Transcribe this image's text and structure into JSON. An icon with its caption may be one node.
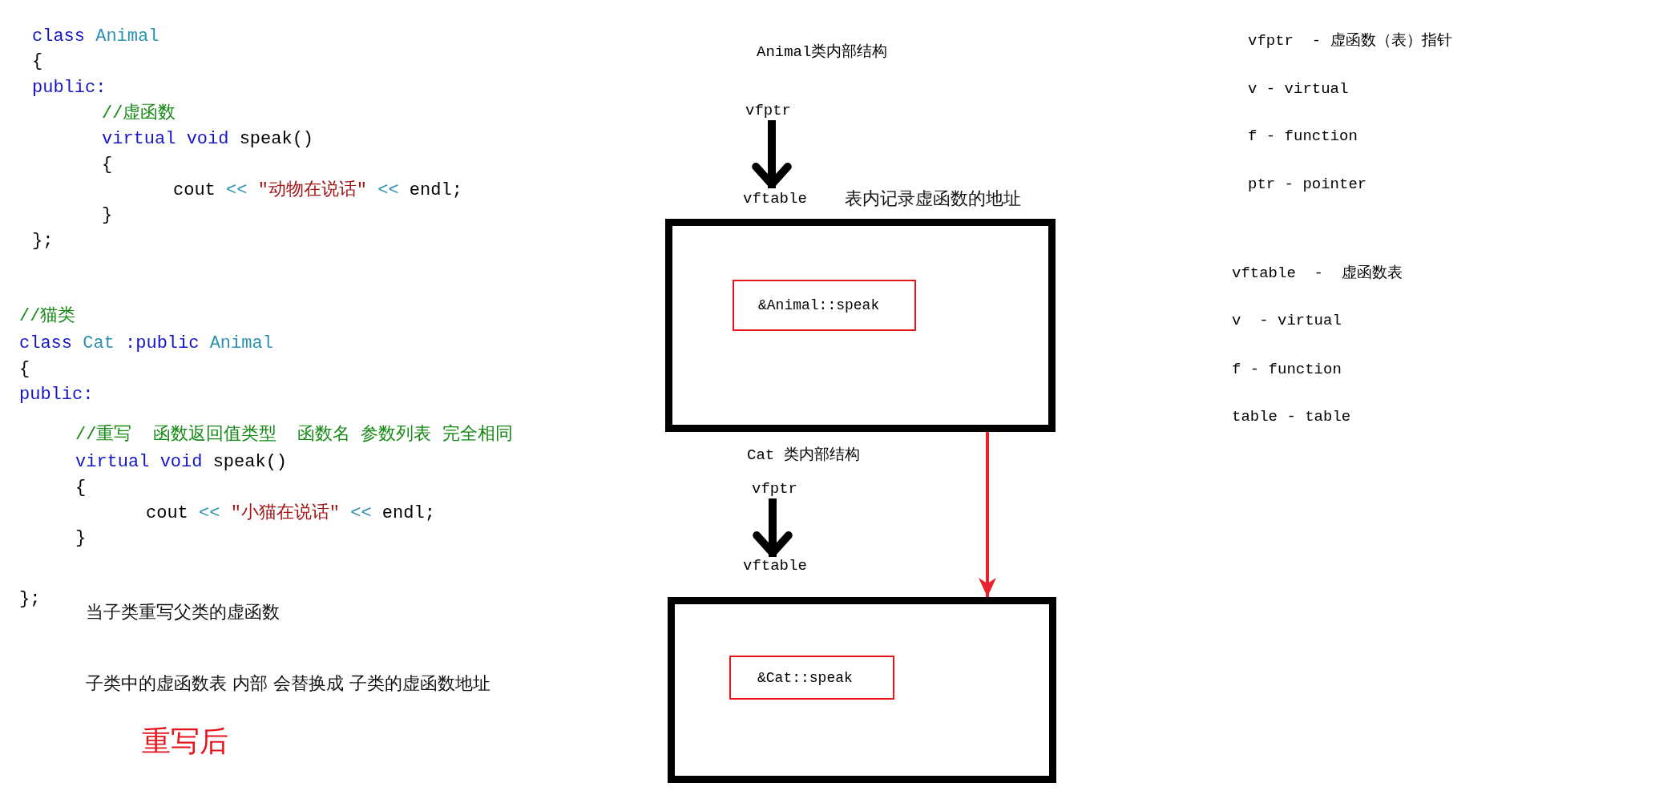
{
  "diagram": {
    "nodes": [
      {
        "text": [
          "vfptr"
        ]
      },
      {
        "text": [
          "vftable"
        ],
        "beside": [
          "表内记录虚函数的地址"
        ]
      },
      {
        "text": [],
        "shape": "box"
      },
      {
        "text": [
          "&Animal::speak"
        ],
        "in": 2
      },
      {
        "text": [
          "vfptr"
        ]
      },
      {
        "text": [
          "vftable"
        ]
      },
      {
        "text": [],
        "shape": "box"
      },
      {
        "text": [
          "&Cat::speak"
        ],
        "in": 6
      }
    ],
    "edges": [
      {
        "from": 0,
        "to": 1,
        "arrow": "to"
      },
      {
        "from": 4,
        "to": 5,
        "arrow": "to"
      },
      {
        "from": 2,
        "to": 6,
        "arrow": "to",
        "color": "#e8212b"
      }
    ],
    "labels": [
      "class Animal",
      "{",
      "public:",
      "//虚函数",
      "virtual void speak()",
      "{",
      "cout << \"动物在说话\" << endl;",
      "}",
      "};",
      "//猫类",
      "class Cat :public Animal",
      "{",
      "public:",
      "//重写  函数返回值类型  函数名 参数列表 完全相同",
      "virtual void speak()",
      "{",
      "cout << \"小猫在说话\" << endl;",
      "}",
      "};",
      "当子类重写父类的虚函数",
      "子类中的虚函数表 内部 会替换成 子类的虚函数地址",
      "重写后",
      "Animal类内部结构",
      "Cat 类内部结构",
      "vfptr  - 虚函数（表）指针",
      "v - virtual",
      "f - function",
      "ptr - pointer",
      "vftable  -  虚函数表",
      "v  - virtual",
      "f - function",
      "table - table"
    ]
  }
}
